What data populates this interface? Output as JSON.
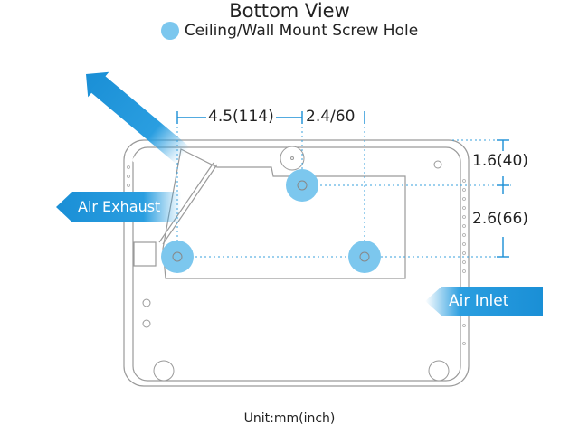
{
  "title": "Bottom View",
  "legend": {
    "label": "Ceiling/Wall Mount Screw Hole",
    "color": "#7cc7ee"
  },
  "dimensions": {
    "horizontal_1": "4.5(114)",
    "horizontal_2": "2.4/60",
    "vertical_1": "1.6(40)",
    "vertical_2": "2.6(66)"
  },
  "arrows": {
    "exhaust_diagonal": "Air Exhaust",
    "exhaust_left": "Air Exhaust",
    "inlet": "Air Inlet"
  },
  "unit": "Unit:mm(inch)",
  "colors": {
    "accent": "#1a8fd6",
    "hole": "#7cc7ee",
    "outline": "#9a9a9a"
  }
}
